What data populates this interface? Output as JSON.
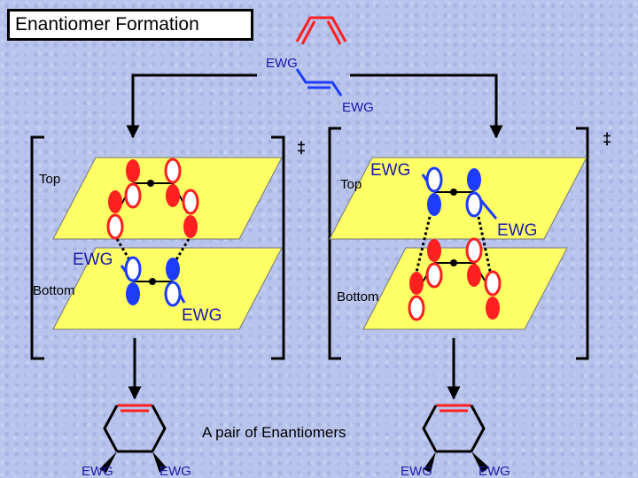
{
  "title": "Enantiomer Formation",
  "labels": {
    "ewg": "EWG",
    "top": "Top",
    "bottom": "Bottom",
    "dagger": "‡",
    "caption": "A pair of Enantiomers"
  },
  "colors": {
    "background": "#b8c4ec",
    "plane": "#ffff66",
    "diene_lobe": "#ff2020",
    "dienophile_lobe": "#1e3cff",
    "ewg_text": "#1a1aa8"
  }
}
